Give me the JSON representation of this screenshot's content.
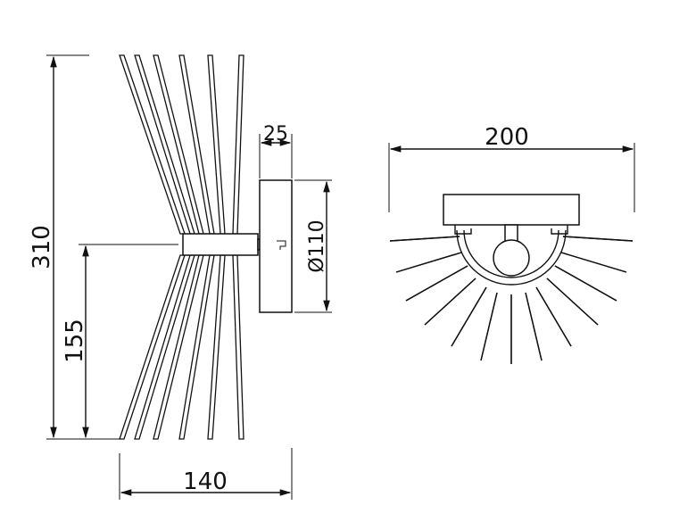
{
  "drawing": {
    "side_view": {
      "height_total": "310",
      "height_mount": "155",
      "width": "140",
      "plate_depth": "25",
      "plate_diameter": "Ø110"
    },
    "top_view": {
      "width": "200"
    },
    "line_color": "#111111",
    "background": "#ffffff"
  }
}
